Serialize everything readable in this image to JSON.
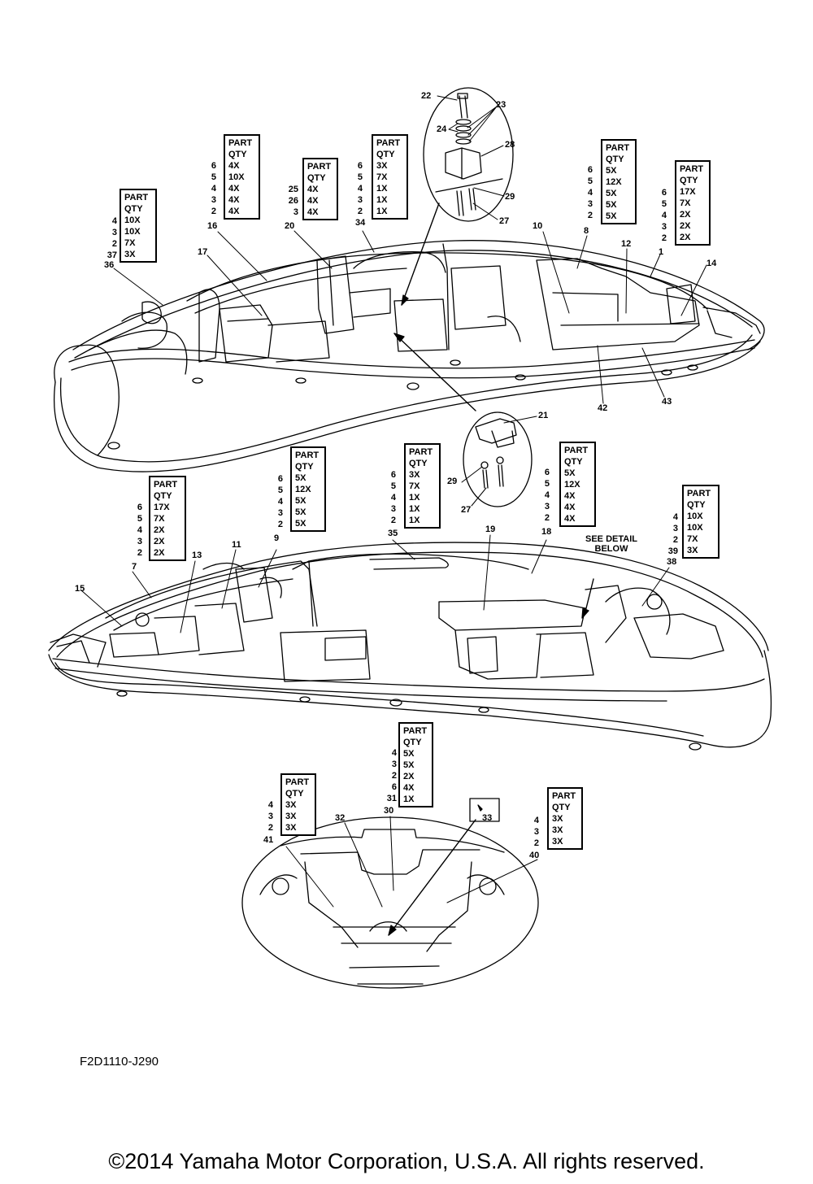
{
  "header_label": "PART",
  "qty_label": "QTY",
  "detail_note": [
    "SEE DETAIL",
    "BELOW"
  ],
  "drawing_code": "F2D1110-J290",
  "copyright": "©2014 Yamaha Motor Corporation, U.S.A. All rights reserved.",
  "tables": [
    {
      "id": "t36",
      "parts": [
        "4",
        "3",
        "2",
        "37"
      ],
      "qty": [
        "10X",
        "10X",
        "7X",
        "3X"
      ],
      "ref": "36"
    },
    {
      "id": "t16",
      "parts": [
        "6",
        "5",
        "4",
        "3",
        "2"
      ],
      "qty": [
        "4X",
        "10X",
        "4X",
        "4X",
        "4X"
      ],
      "ref": "16"
    },
    {
      "id": "t20",
      "parts": [
        "25",
        "26",
        "3"
      ],
      "qty": [
        "4X",
        "4X",
        "4X"
      ],
      "ref": "20"
    },
    {
      "id": "t34",
      "parts": [
        "6",
        "5",
        "4",
        "3",
        "2"
      ],
      "qty": [
        "3X",
        "7X",
        "1X",
        "1X",
        "1X"
      ],
      "ref": "34"
    },
    {
      "id": "t8",
      "parts": [
        "6",
        "5",
        "4",
        "3",
        "2"
      ],
      "qty": [
        "5X",
        "12X",
        "5X",
        "5X",
        "5X"
      ],
      "ref": "8"
    },
    {
      "id": "t1",
      "parts": [
        "6",
        "5",
        "4",
        "3",
        "2"
      ],
      "qty": [
        "17X",
        "7X",
        "2X",
        "2X",
        "2X"
      ],
      "ref": "1"
    },
    {
      "id": "t7",
      "parts": [
        "6",
        "5",
        "4",
        "3",
        "2"
      ],
      "qty": [
        "17X",
        "7X",
        "2X",
        "2X",
        "2X"
      ],
      "ref": "7"
    },
    {
      "id": "t9",
      "parts": [
        "6",
        "5",
        "4",
        "3",
        "2"
      ],
      "qty": [
        "5X",
        "12X",
        "5X",
        "5X",
        "5X"
      ],
      "ref": "9"
    },
    {
      "id": "t35",
      "parts": [
        "6",
        "5",
        "4",
        "3",
        "2"
      ],
      "qty": [
        "3X",
        "7X",
        "1X",
        "1X",
        "1X"
      ],
      "ref": "35"
    },
    {
      "id": "t18",
      "parts": [
        "6",
        "5",
        "4",
        "3",
        "2"
      ],
      "qty": [
        "5X",
        "12X",
        "4X",
        "4X",
        "4X"
      ],
      "ref": "18"
    },
    {
      "id": "t38",
      "parts": [
        "4",
        "3",
        "2",
        "39"
      ],
      "qty": [
        "10X",
        "10X",
        "7X",
        "3X"
      ],
      "ref": "38"
    },
    {
      "id": "t30",
      "parts": [
        "4",
        "3",
        "2",
        "6",
        "31"
      ],
      "qty": [
        "5X",
        "5X",
        "2X",
        "4X",
        "1X"
      ],
      "ref": "30"
    },
    {
      "id": "t41",
      "parts": [
        "4",
        "3",
        "2"
      ],
      "qty": [
        "3X",
        "3X",
        "3X"
      ],
      "ref": "41"
    },
    {
      "id": "t40",
      "parts": [
        "4",
        "3",
        "2"
      ],
      "qty": [
        "3X",
        "3X",
        "3X"
      ],
      "ref": "40"
    }
  ],
  "callouts": [
    "22",
    "23",
    "24",
    "28",
    "29",
    "27",
    "17",
    "10",
    "12",
    "14",
    "42",
    "43",
    "21",
    "29",
    "27",
    "15",
    "13",
    "11",
    "19",
    "32",
    "33"
  ]
}
